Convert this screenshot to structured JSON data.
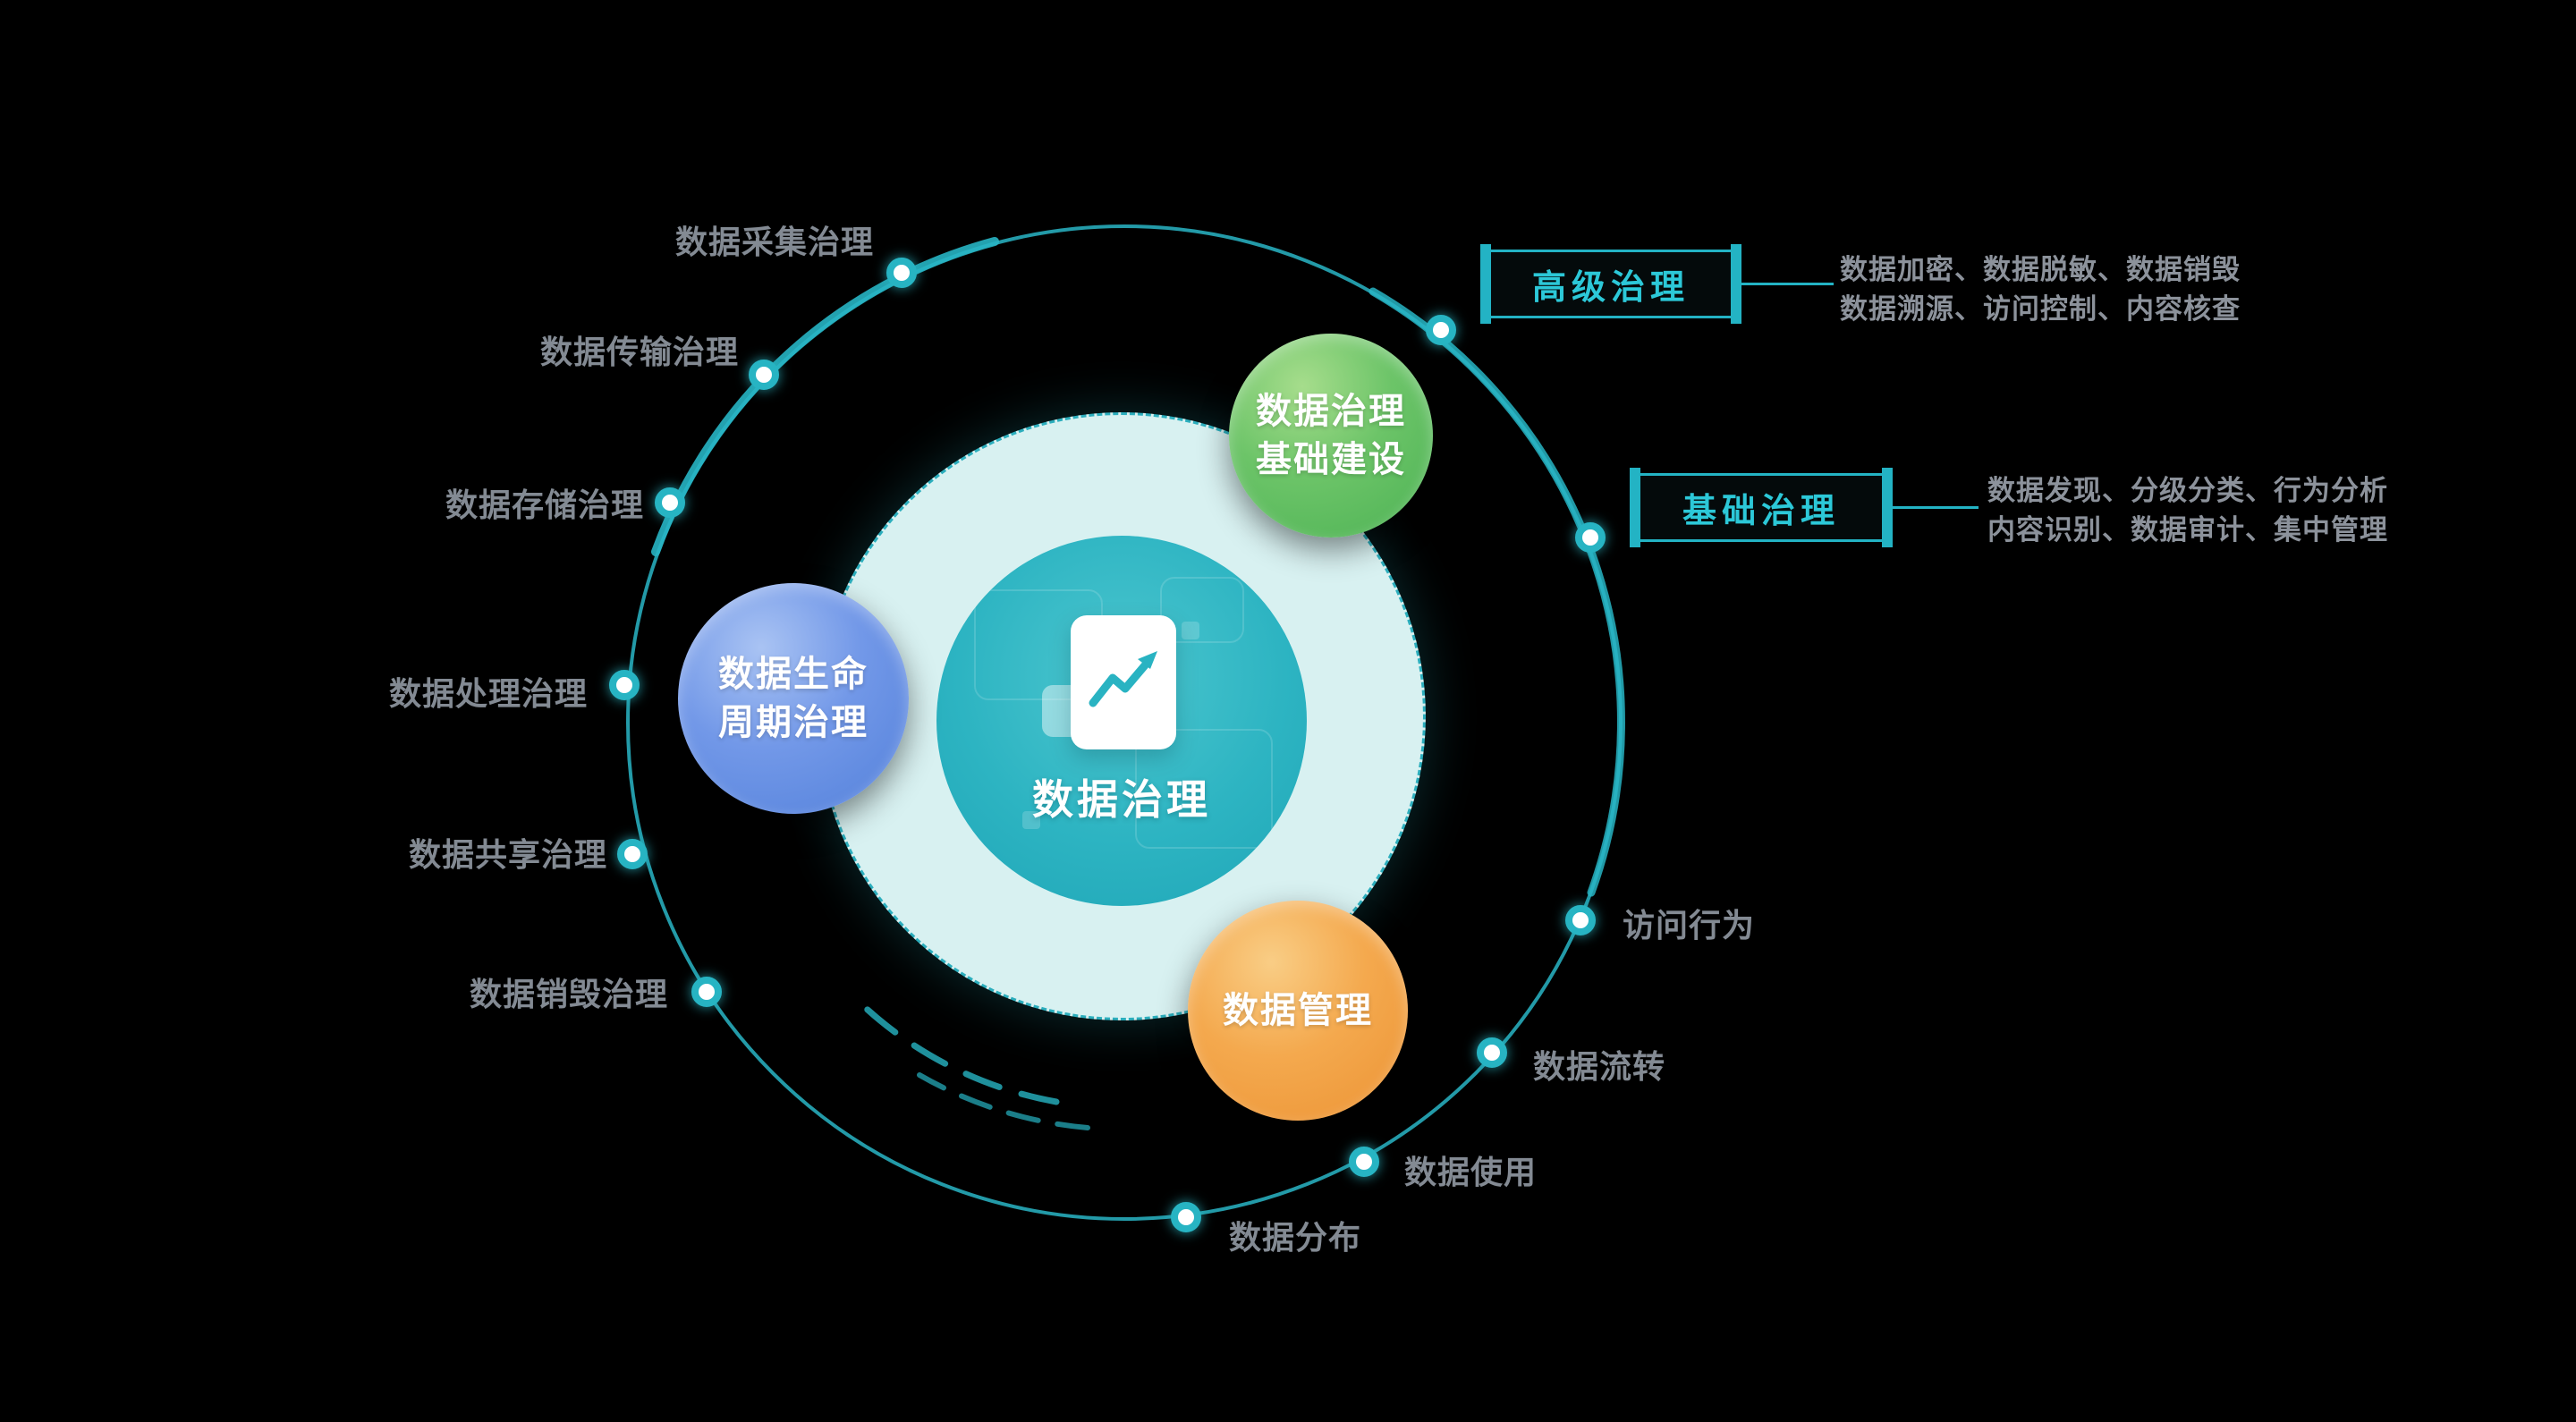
{
  "diagram": {
    "center": {
      "label": "数据治理"
    },
    "satellites": {
      "infrastructure": {
        "line1": "数据治理",
        "line2": "基础建设"
      },
      "lifecycle": {
        "line1": "数据生命",
        "line2": "周期治理"
      },
      "management": {
        "line1": "数据管理"
      }
    },
    "left_nodes": [
      {
        "label": "数据采集治理"
      },
      {
        "label": "数据传输治理"
      },
      {
        "label": "数据存储治理"
      },
      {
        "label": "数据处理治理"
      },
      {
        "label": "数据共享治理"
      },
      {
        "label": "数据销毁治理"
      }
    ],
    "right_nodes": [
      {
        "label": "访问行为"
      },
      {
        "label": "数据流转"
      },
      {
        "label": "数据使用"
      },
      {
        "label": "数据分布"
      }
    ],
    "callouts": [
      {
        "title": "高级治理",
        "line1": "数据加密、数据脱敏、数据销毁",
        "line2": "数据溯源、访问控制、内容核查"
      },
      {
        "title": "基础治理",
        "line1": "数据发现、分级分类、行为分析",
        "line2": "内容识别、数据审计、集中管理"
      }
    ],
    "colors": {
      "teal": "#23b3c4",
      "pale_disc": "#d8f1f1",
      "green": "#4cb254",
      "blue": "#5280da",
      "orange": "#ec9334",
      "label_gray": "#838a93",
      "background": "#000000"
    }
  }
}
